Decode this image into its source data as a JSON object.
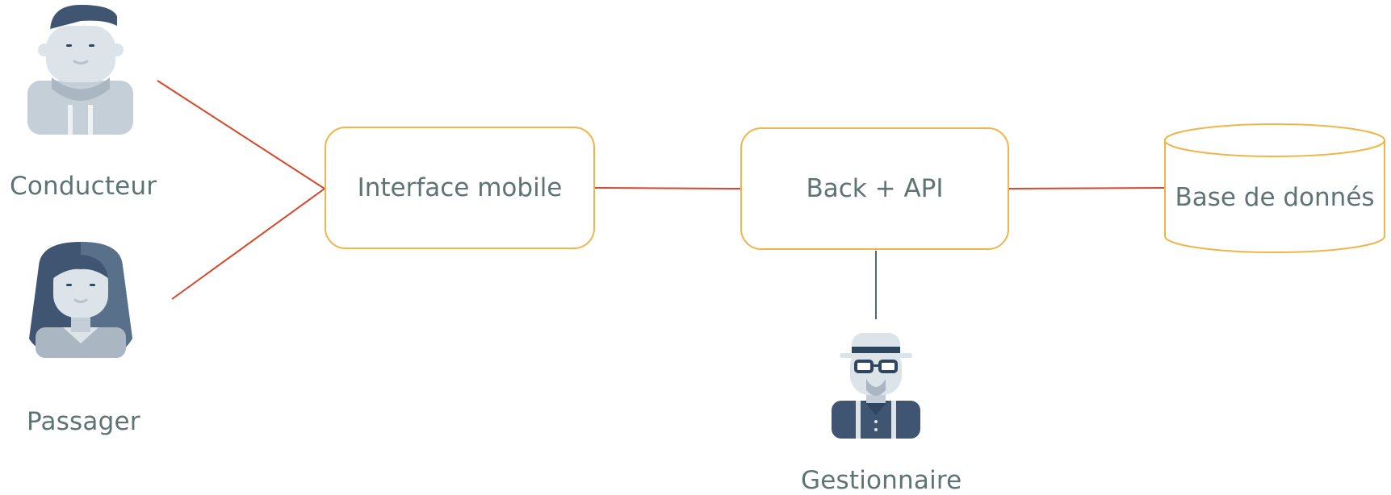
{
  "actors": {
    "driver": {
      "label": "Conducteur",
      "icon": "driver-avatar-icon"
    },
    "passenger": {
      "label": "Passager",
      "icon": "passenger-avatar-icon"
    },
    "manager": {
      "label": "Gestionnaire",
      "icon": "manager-avatar-icon"
    }
  },
  "nodes": {
    "mobile": {
      "label": "Interface mobile"
    },
    "backend": {
      "label": "Back + API"
    },
    "database": {
      "label": "Base de donnés",
      "shape": "cylinder"
    }
  },
  "colors": {
    "text": "#5e7373",
    "box_border": "#f0b54a",
    "connector": "#d6462a",
    "manager_connector": "#4f6a6a"
  }
}
